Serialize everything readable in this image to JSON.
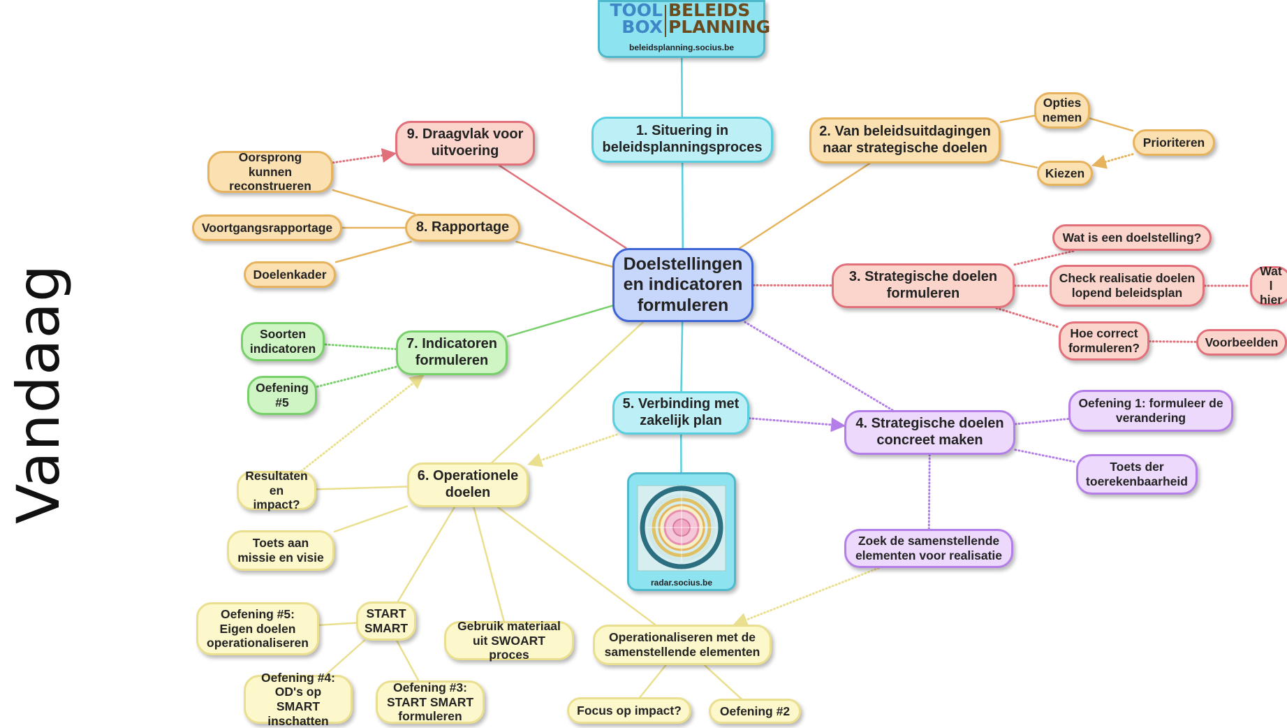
{
  "side_title": "Vandaag",
  "logo": {
    "left_words": [
      "TOOL",
      "BOX"
    ],
    "right_words": [
      "BELEIDS",
      "PLANNING"
    ],
    "url": "beleidsplanning.socius.be"
  },
  "radar": {
    "url": "radar.socius.be"
  },
  "colors": {
    "cyan": "#57cfe0",
    "orange": "#e6b35c",
    "red": "#e2707a",
    "purple": "#b37ee8",
    "green": "#77d06a",
    "yellow": "#e9df8e",
    "blue": "#3f64d6"
  },
  "nodes": {
    "center": [
      "Doelstellingen",
      "en indicatoren",
      "formuleren"
    ],
    "n1": [
      "1. Situering in",
      "beleidsplanningsproces"
    ],
    "n2": [
      "2. Van beleidsuitdagingen",
      "naar strategische doelen"
    ],
    "opties": [
      "Opties",
      "nemen"
    ],
    "prioriteren": [
      "Prioriteren"
    ],
    "kiezen": [
      "Kiezen"
    ],
    "n3": [
      "3. Strategische doelen",
      "formuleren"
    ],
    "watiseen": [
      "Wat is een doelstelling?"
    ],
    "check": [
      "Check realisatie doelen",
      "lopend beleidsplan"
    ],
    "watl": [
      "Wat l",
      "hier"
    ],
    "hoecorrect": [
      "Hoe correct",
      "formuleren?"
    ],
    "voorbeelden": [
      "Voorbeelden"
    ],
    "n4": [
      "4. Strategische doelen",
      "concreet maken"
    ],
    "oef1": [
      "Oefening 1: formuleer de",
      "verandering"
    ],
    "toets_tr": [
      "Toets der",
      "toerekenbaarheid"
    ],
    "zoek": [
      "Zoek de samenstellende",
      "elementen voor realisatie"
    ],
    "n5": [
      "5. Verbinding met",
      "zakelijk plan"
    ],
    "n6": [
      "6. Operationele",
      "doelen"
    ],
    "resultaten": [
      "Resultaten",
      "en impact?"
    ],
    "toets_mv": [
      "Toets aan",
      "missie en visie"
    ],
    "start": [
      "START",
      "SMART"
    ],
    "oef5b": [
      "Oefening #5:",
      "Eigen doelen",
      "operationaliseren"
    ],
    "oef4": [
      "Oefening #4:",
      "OD's op SMART",
      "inschatten"
    ],
    "oef3": [
      "Oefening #3:",
      "START SMART",
      "formuleren"
    ],
    "gebruik": [
      "Gebruik materiaal",
      "uit SWOART proces"
    ],
    "operat": [
      "Operationaliseren met de",
      "samenstellende elementen"
    ],
    "focus": [
      "Focus op impact?"
    ],
    "oef2": [
      "Oefening #2"
    ],
    "n7": [
      "7. Indicatoren",
      "formuleren"
    ],
    "soorten": [
      "Soorten",
      "indicatoren"
    ],
    "oef5": [
      "Oefening",
      "#5"
    ],
    "n8": [
      "8. Rapportage"
    ],
    "oorsprong": [
      "Oorsprong kunnen",
      "reconstrueren"
    ],
    "voortgang": [
      "Voortgangsrapportage"
    ],
    "doelenkader": [
      "Doelenkader"
    ],
    "n9": [
      "9. Draagvlak voor",
      "uitvoering"
    ]
  }
}
